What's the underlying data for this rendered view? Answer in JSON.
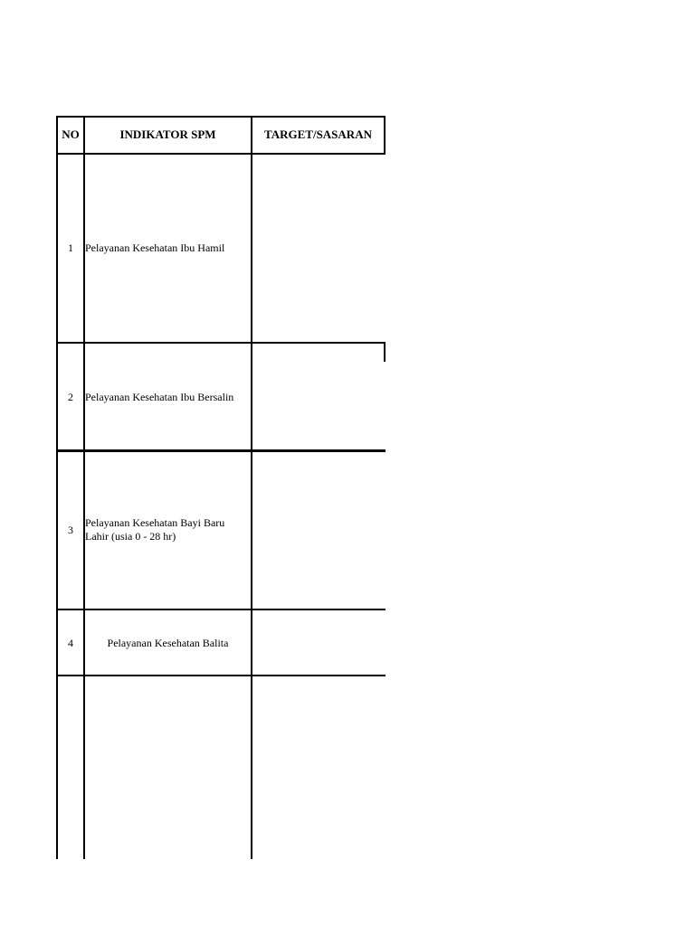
{
  "table": {
    "headers": {
      "no": "NO",
      "indikator": "INDIKATOR SPM",
      "target": "TARGET/SASARAN"
    },
    "rows": [
      {
        "no": "1",
        "indikator": "Pelayanan Kesehatan Ibu Hamil",
        "target": ""
      },
      {
        "no": "2",
        "indikator": "Pelayanan Kesehatan Ibu Bersalin",
        "target": ""
      },
      {
        "no": "3",
        "indikator_line1": "Pelayanan Kesehatan Bayi Baru",
        "indikator_line2": "Lahir (usia 0 - 28 hr)",
        "target": ""
      },
      {
        "no": "4",
        "indikator": "Pelayanan Kesehatan Balita",
        "target": ""
      },
      {
        "no": "",
        "indikator": "",
        "target": ""
      }
    ]
  }
}
